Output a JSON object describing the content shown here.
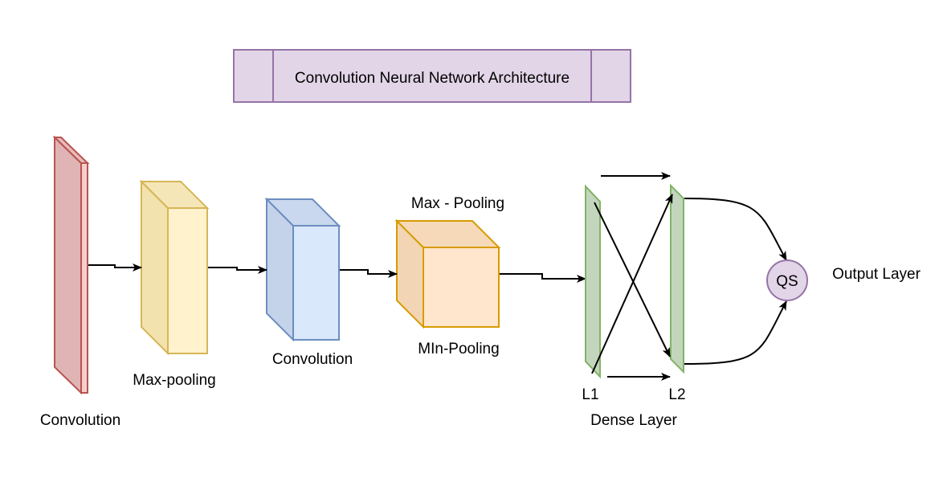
{
  "title": "Convolution Neural Network Architecture",
  "labels": {
    "conv1": "Convolution",
    "maxpool1": "Max-pooling",
    "conv2": "Convolution",
    "maxpool2": "Max - Pooling",
    "minpool": "MIn-Pooling",
    "l1": "L1",
    "l2": "L2",
    "dense": "Dense Layer",
    "output_node": "QS",
    "output_layer": "Output Layer"
  },
  "colors": {
    "title_fill": "#e1d5e7",
    "title_stroke": "#9673a6",
    "conv1_fill": "#f8cecc",
    "conv1_stroke": "#b85450",
    "maxpool1_fill": "#fff2cc",
    "maxpool1_stroke": "#d6b656",
    "conv2_fill": "#dae8fc",
    "conv2_stroke": "#6c8ebf",
    "maxpool2_fill": "#ffe6cc",
    "maxpool2_stroke": "#d79b00",
    "dense_fill": "#c3d6bd",
    "dense_stroke": "#82b366",
    "output_fill": "#e1d5e7",
    "output_stroke": "#9673a6"
  }
}
